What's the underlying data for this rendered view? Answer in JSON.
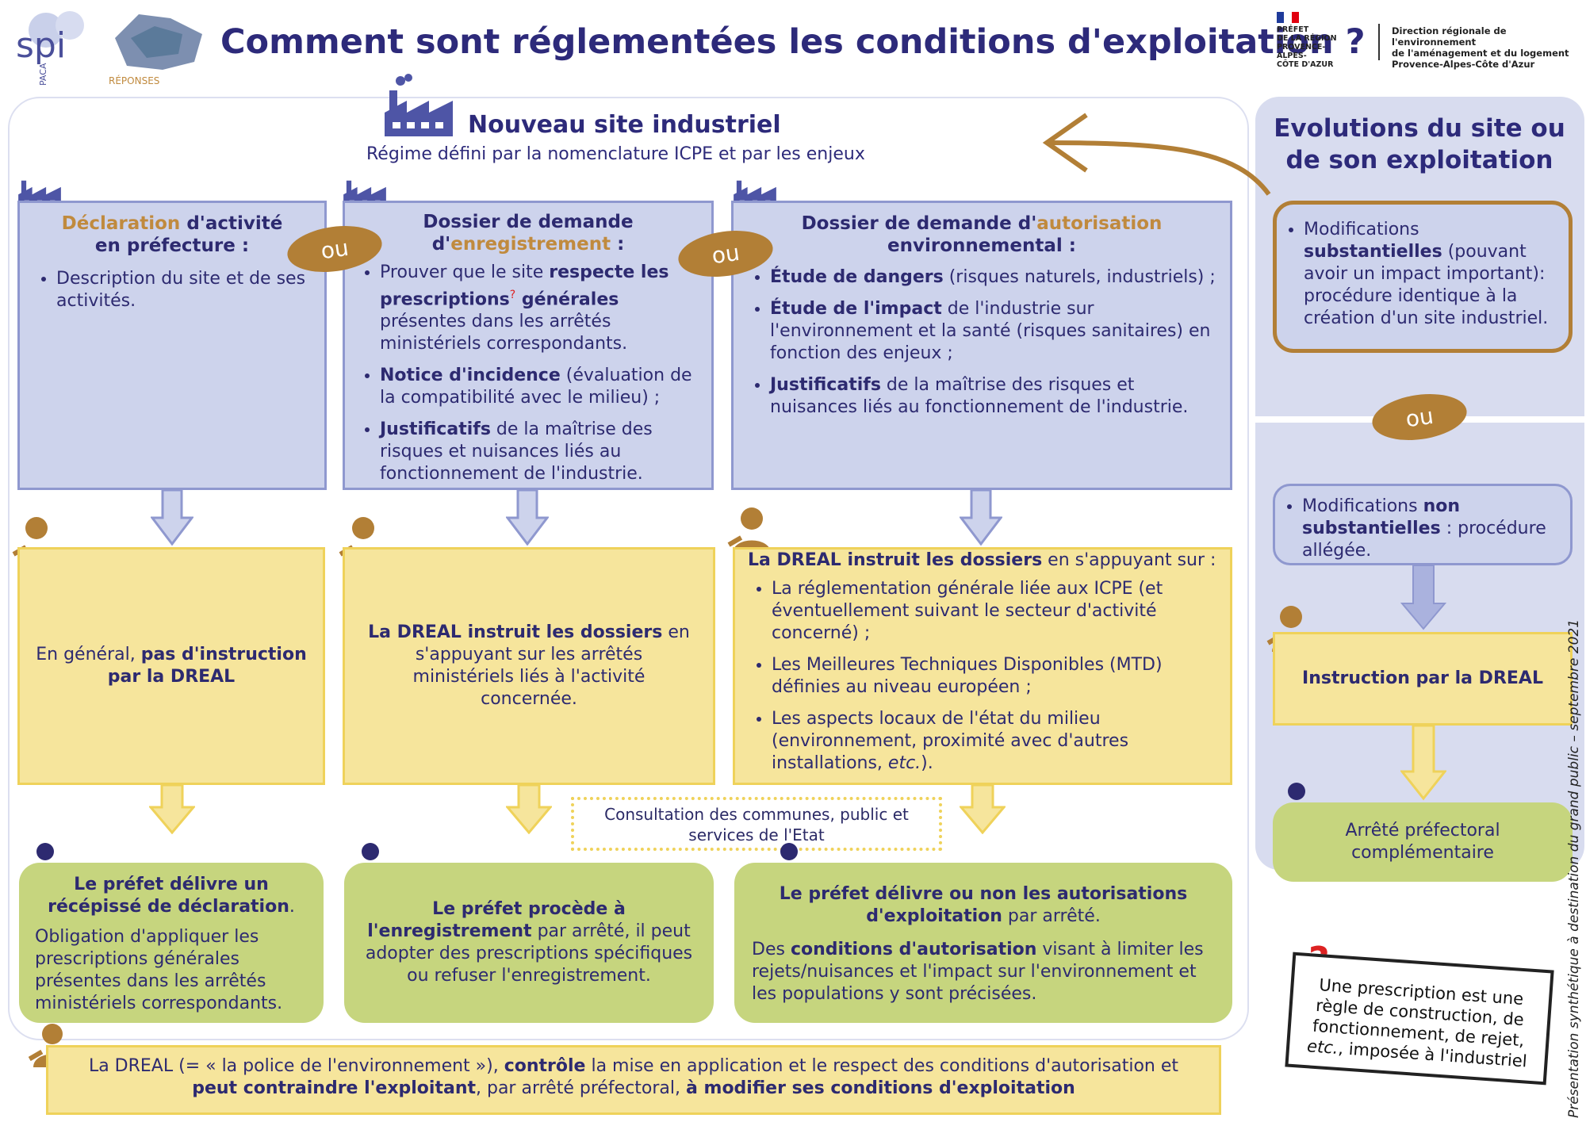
{
  "header": {
    "title": "Comment sont réglementées les conditions d'exploitation ?",
    "logo_spi_text": "spi",
    "logo_spi_sub": "PACA",
    "logo_reponses": "RÉPONSES",
    "prefet": "PRÉFET\nDE LA RÉGION\nPROVENCE-ALPES-\nCÔTE D'AZUR",
    "dreal": "Direction régionale de l'environnement\nde l'aménagement et du logement\nProvence-Alpes-Côte d'Azur"
  },
  "main": {
    "title": "Nouveau site industriel",
    "subtitle": "Régime défini par la nomenclature ICPE et par les enjeux"
  },
  "ou_label": "ou",
  "col1": {
    "title_gold": "Déclaration",
    "title_rest": " d'activité",
    "title_line2": "en préfecture :",
    "item1": "Description du site et de ses activités.",
    "yellow_pre": "En général, ",
    "yellow_bold": "pas d'instruction par la DREAL",
    "green_bold1": "Le préfet délivre un récépissé de déclaration",
    "green_end": ".",
    "green_text": "Obligation d'appliquer les prescriptions générales présentes dans les arrêtés ministériels correspondants."
  },
  "col2": {
    "title_line1": "Dossier de demande",
    "title_pre": "d'",
    "title_gold": "enregistrement",
    "title_post": " :",
    "i1_a": "Prouver que le site ",
    "i1_b": "respecte les prescriptions",
    "i1_q": "?",
    "i1_c": " générales",
    "i1_d": " présentes dans les arrêtés ministériels correspondants.",
    "i2_b": "Notice d'incidence",
    "i2_t": " (évaluation de la compatibilité avec le milieu) ;",
    "i3_b": "Justificatifs",
    "i3_t": " de la maîtrise des risques et nuisances liés au fonctionnement de l'industrie.",
    "yellow_bold": "La DREAL instruit les dossiers",
    "yellow_t": " en s'appuyant sur les arrêtés ministériels liés à l'activité concernée.",
    "green_b1": "Le préfet procède à l'enregistrement",
    "green_t": " par arrêté, il peut adopter des prescriptions spécifiques ou refuser l'enregistrement."
  },
  "col3": {
    "title_pre": "Dossier de demande d'",
    "title_gold": "autorisation",
    "title_line2": "environnemental :",
    "i1_b": "Étude de dangers",
    "i1_t": " (risques naturels, industriels) ;",
    "i2_b": "Étude de l'impact",
    "i2_t": " de l'industrie sur l'environnement et la santé (risques sanitaires) en fonction des enjeux ;",
    "i3_b": "Justificatifs",
    "i3_t": " de la maîtrise des risques et nuisances liés au fonctionnement de l'industrie.",
    "yellow_head_b": "La DREAL instruit les dossiers",
    "yellow_head_t": " en s'appuyant sur :",
    "y1": "La réglementation générale liée aux ICPE (et éventuellement suivant le secteur d'activité concerné) ;",
    "y2": "Les Meilleures Techniques Disponibles (MTD) définies au niveau européen ;",
    "y3_a": "Les aspects locaux de l'état du milieu (environnement, proximité avec d'autres installations, ",
    "y3_i": "etc.",
    "y3_e": ").",
    "consult": "Consultation des communes, public et services de l'Etat",
    "green_b": "Le préfet délivre ou non les autorisations d'exploitation",
    "green_t1": " par arrêté.",
    "green_p2_pre": "Des ",
    "green_p2_b": "conditions d'autorisation",
    "green_p2_t": " visant à limiter les rejets/nuisances et l'impact sur l'environnement et les populations y sont précisées."
  },
  "right": {
    "title": "Evolutions du site ou de son exploitation",
    "box1_pre": "Modifications ",
    "box1_b": "substantielles",
    "box1_t": " (pouvant avoir un impact important): procédure identique à la création d'un site industriel.",
    "box2_pre": "Modifications ",
    "box2_b": "non substantielles",
    "box2_t": " : procédure allégée.",
    "yellow": "Instruction par la DREAL",
    "green": "Arrêté préfectoral complémentaire"
  },
  "bottom": {
    "p1": "La DREAL (= « la police de l'environnement »), ",
    "b1": "contrôle",
    "p2": " la mise en application et le respect des conditions d'autorisation et ",
    "b2": "peut contraindre l'exploitant",
    "p3": ", par arrêté préfectoral, ",
    "b3": "à modifier ses conditions d'exploitation"
  },
  "prescription_note_a": "Une prescription est une règle de construction, de fonctionnement, de rejet, ",
  "prescription_note_i": "etc.",
  "prescription_note_b": ", imposée à l'industriel",
  "side_text": "Présentation synthétique à destination du grand public – septembre 2021",
  "colors": {
    "navy": "#2d2a70",
    "gold": "#c08a3e",
    "blue_box": "#cdd3ec",
    "yellow_box": "#f6e59c",
    "green_box": "#c6d57e",
    "ou": "#b27f36"
  }
}
